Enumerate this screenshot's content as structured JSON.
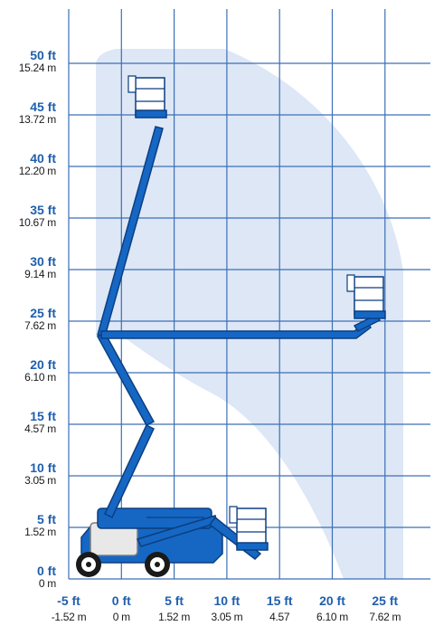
{
  "chart_data": {
    "type": "working-range-diagram",
    "colors": {
      "grid": "#3d6fb6",
      "envelope": "#dde7f6",
      "boom": "#1667c4",
      "label_ft": "#1f5fae",
      "label_m": "#1a1a1a"
    },
    "y_axis": {
      "ticks": [
        {
          "ft": "50 ft",
          "m": "15.24 m"
        },
        {
          "ft": "45 ft",
          "m": "13.72 m"
        },
        {
          "ft": "40 ft",
          "m": "12.20 m"
        },
        {
          "ft": "35 ft",
          "m": "10.67 m"
        },
        {
          "ft": "30 ft",
          "m": "9.14 m"
        },
        {
          "ft": "25 ft",
          "m": "7.62 m"
        },
        {
          "ft": "20 ft",
          "m": "6.10 m"
        },
        {
          "ft": "15 ft",
          "m": "4.57 m"
        },
        {
          "ft": "10 ft",
          "m": "3.05 m"
        },
        {
          "ft": "5 ft",
          "m": "1.52 m"
        },
        {
          "ft": "0 ft",
          "m": "0 m"
        }
      ]
    },
    "x_axis": {
      "ticks": [
        {
          "ft": "-5 ft",
          "m": "-1.52 m"
        },
        {
          "ft": "0 ft",
          "m": "0 m"
        },
        {
          "ft": "5 ft",
          "m": "1.52 m"
        },
        {
          "ft": "10 ft",
          "m": "3.05 m"
        },
        {
          "ft": "15 ft",
          "m": "4.57"
        },
        {
          "ft": "20 ft",
          "m": "6.10 m"
        },
        {
          "ft": "25 ft",
          "m": "7.62 m"
        }
      ]
    }
  }
}
